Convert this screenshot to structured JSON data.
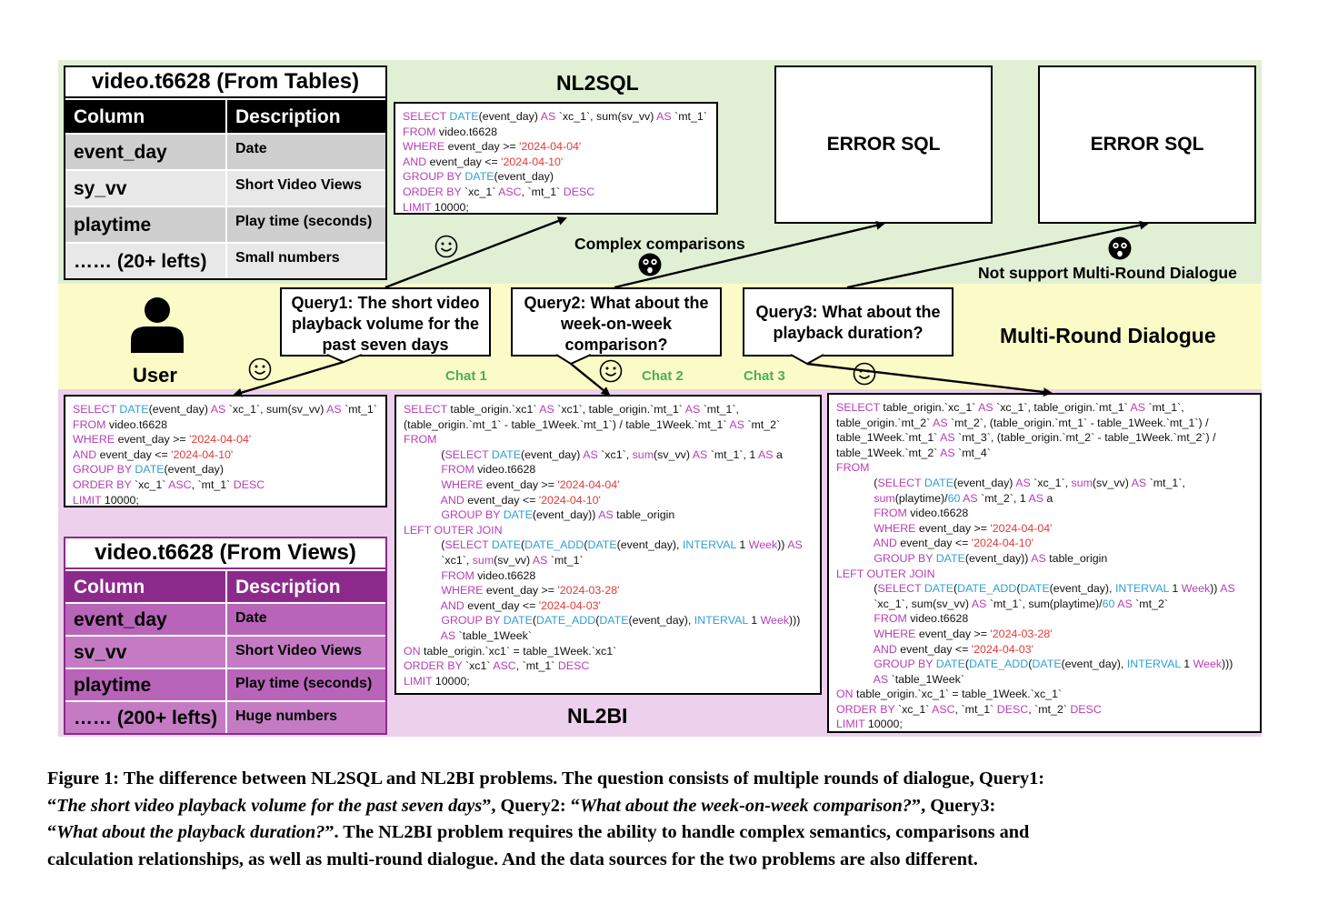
{
  "sections": {
    "nl2sql_label": "NL2SQL",
    "nl2bi_label": "NL2BI",
    "multi_round_label": "Multi-Round Dialogue",
    "user_label": "User"
  },
  "tables": {
    "from_tables": {
      "title": "video.t6628 (From Tables)",
      "headers": [
        "Column",
        "Description"
      ],
      "rows": [
        [
          "event_day",
          "Date"
        ],
        [
          "sy_vv",
          "Short Video Views"
        ],
        [
          "playtime",
          "Play time (seconds)"
        ],
        [
          "…… (20+ lefts)",
          "Small numbers"
        ]
      ]
    },
    "from_views": {
      "title": "video.t6628 (From Views)",
      "headers": [
        "Column",
        "Description"
      ],
      "rows": [
        [
          "event_day",
          "Date"
        ],
        [
          "sv_vv",
          "Short Video Views"
        ],
        [
          "playtime",
          "Play time (seconds)"
        ],
        [
          "…… (200+ lefts)",
          "Huge numbers"
        ]
      ]
    }
  },
  "errors": {
    "error1": "ERROR SQL",
    "error2": "ERROR SQL"
  },
  "annotations": {
    "complex_comparisons": "Complex comparisons",
    "not_support_multi_round": "Not support Multi-Round Dialogue"
  },
  "queries": [
    {
      "text": "Query1: The short video playback volume for the past seven days",
      "chat": "Chat 1"
    },
    {
      "text": "Query2: What about the week-on-week comparison?",
      "chat": "Chat 2"
    },
    {
      "text": "Query3: What about the playback duration?",
      "chat": "Chat 3"
    }
  ],
  "sql": {
    "nl2sql_q1": [
      [
        [
          "kw",
          "SELECT "
        ],
        [
          "fn",
          "DATE"
        ],
        [
          "t",
          "(event_day) "
        ],
        [
          "kw",
          "AS"
        ],
        [
          "t",
          " `xc_1`, sum(sv_vv) "
        ],
        [
          "kw",
          "AS"
        ],
        [
          "t",
          " `mt_1`"
        ]
      ],
      [
        [
          "kw",
          "FROM"
        ],
        [
          "t",
          " video.t6628"
        ]
      ],
      [
        [
          "kw",
          "WHERE"
        ],
        [
          "t",
          " event_day >= "
        ],
        [
          "str",
          "'2024-04-04'"
        ]
      ],
      [
        [
          "kw",
          "AND"
        ],
        [
          "t",
          " event_day <= "
        ],
        [
          "str",
          "'2024-04-10'"
        ]
      ],
      [
        [
          "kw",
          "GROUP BY "
        ],
        [
          "fn",
          "DATE"
        ],
        [
          "t",
          "(event_day)"
        ]
      ],
      [
        [
          "kw",
          "ORDER BY"
        ],
        [
          "t",
          " `xc_1` "
        ],
        [
          "kw",
          "ASC"
        ],
        [
          "t",
          ", `mt_1` "
        ],
        [
          "kw",
          "DESC"
        ]
      ],
      [
        [
          "kw",
          "LIMIT"
        ],
        [
          "t",
          " 10000;"
        ]
      ]
    ],
    "nl2bi_q1": [
      [
        [
          "kw",
          "SELECT "
        ],
        [
          "fn",
          "DATE"
        ],
        [
          "t",
          "(event_day) "
        ],
        [
          "kw",
          "AS"
        ],
        [
          "t",
          " `xc_1`, sum(sv_vv) "
        ],
        [
          "kw",
          "AS"
        ],
        [
          "t",
          " `mt_1`"
        ]
      ],
      [
        [
          "kw",
          "FROM"
        ],
        [
          "t",
          " video.t6628"
        ]
      ],
      [
        [
          "kw",
          "WHERE"
        ],
        [
          "t",
          " event_day >= "
        ],
        [
          "str",
          "'2024-04-04'"
        ]
      ],
      [
        [
          "kw",
          "AND"
        ],
        [
          "t",
          " event_day <= "
        ],
        [
          "str",
          "'2024-04-10'"
        ]
      ],
      [
        [
          "kw",
          "GROUP BY "
        ],
        [
          "fn",
          "DATE"
        ],
        [
          "t",
          "(event_day)"
        ]
      ],
      [
        [
          "kw",
          "ORDER BY"
        ],
        [
          "t",
          " `xc_1` "
        ],
        [
          "kw",
          "ASC"
        ],
        [
          "t",
          ", `mt_1` "
        ],
        [
          "kw",
          "DESC"
        ]
      ],
      [
        [
          "kw",
          "LIMIT"
        ],
        [
          "t",
          " 10000;"
        ]
      ]
    ],
    "nl2bi_q2": [
      [
        [
          "kw",
          "SELECT"
        ],
        [
          "t",
          " table_origin.`xc1` "
        ],
        [
          "kw",
          "AS"
        ],
        [
          "t",
          " `xc1`, table_origin.`mt_1` "
        ],
        [
          "kw",
          "AS"
        ],
        [
          "t",
          " `mt_1`,"
        ]
      ],
      [
        [
          "t",
          "(table_origin.`mt_1` - table_1Week.`mt_1`) / table_1Week.`mt_1` "
        ],
        [
          "kw",
          "AS"
        ],
        [
          "t",
          " `mt_2`"
        ]
      ],
      [
        [
          "kw",
          "FROM"
        ]
      ],
      [
        [
          "t",
          "            ("
        ],
        [
          "kw",
          "SELECT "
        ],
        [
          "fn",
          "DATE"
        ],
        [
          "t",
          "(event_day) "
        ],
        [
          "kw",
          "AS"
        ],
        [
          "t",
          " `xc1`, "
        ],
        [
          "kw",
          "sum"
        ],
        [
          "t",
          "(sv_vv) "
        ],
        [
          "kw",
          "AS"
        ],
        [
          "t",
          " `mt_1`, 1 "
        ],
        [
          "kw",
          "AS"
        ],
        [
          "t",
          " a"
        ]
      ],
      [
        [
          "t",
          "            "
        ],
        [
          "kw",
          "FROM"
        ],
        [
          "t",
          " video.t6628"
        ]
      ],
      [
        [
          "t",
          "            "
        ],
        [
          "kw",
          "WHERE"
        ],
        [
          "t",
          " event_day >= "
        ],
        [
          "str",
          "'2024-04-04'"
        ]
      ],
      [
        [
          "t",
          "            "
        ],
        [
          "kw",
          "AND"
        ],
        [
          "t",
          " event_day <= "
        ],
        [
          "str",
          "'2024-04-10'"
        ]
      ],
      [
        [
          "t",
          "            "
        ],
        [
          "kw",
          "GROUP BY "
        ],
        [
          "fn",
          "DATE"
        ],
        [
          "t",
          "(event_day)) "
        ],
        [
          "kw",
          "AS"
        ],
        [
          "t",
          " table_origin"
        ]
      ],
      [
        [
          "kw",
          "LEFT OUTER JOIN"
        ]
      ],
      [
        [
          "t",
          "            ("
        ],
        [
          "kw",
          "SELECT "
        ],
        [
          "fn",
          "DATE"
        ],
        [
          "t",
          "("
        ],
        [
          "fn",
          "DATE_ADD"
        ],
        [
          "t",
          "("
        ],
        [
          "fn",
          "DATE"
        ],
        [
          "t",
          "(event_day), "
        ],
        [
          "fn",
          "INTERVAL"
        ],
        [
          "t",
          " 1 "
        ],
        [
          "kw",
          "Week"
        ],
        [
          "t",
          ")) "
        ],
        [
          "kw",
          "AS"
        ]
      ],
      [
        [
          "t",
          "            `xc1`, "
        ],
        [
          "kw",
          "sum"
        ],
        [
          "t",
          "(sv_vv) "
        ],
        [
          "kw",
          "AS"
        ],
        [
          "t",
          " `mt_1`"
        ]
      ],
      [
        [
          "t",
          "            "
        ],
        [
          "kw",
          "FROM"
        ],
        [
          "t",
          " video.t6628"
        ]
      ],
      [
        [
          "t",
          "            "
        ],
        [
          "kw",
          "WHERE"
        ],
        [
          "t",
          " event_day >= "
        ],
        [
          "str",
          "'2024-03-28'"
        ]
      ],
      [
        [
          "t",
          "            "
        ],
        [
          "kw",
          "AND"
        ],
        [
          "t",
          " event_day <= "
        ],
        [
          "str",
          "'2024-04-03'"
        ]
      ],
      [
        [
          "t",
          "            "
        ],
        [
          "kw",
          "GROUP BY "
        ],
        [
          "fn",
          "DATE"
        ],
        [
          "t",
          "("
        ],
        [
          "fn",
          "DATE_ADD"
        ],
        [
          "t",
          "("
        ],
        [
          "fn",
          "DATE"
        ],
        [
          "t",
          "(event_day), "
        ],
        [
          "fn",
          "INTERVAL"
        ],
        [
          "t",
          " 1 "
        ],
        [
          "kw",
          "Week"
        ],
        [
          "t",
          ")))"
        ]
      ],
      [
        [
          "t",
          "            "
        ],
        [
          "kw",
          "AS"
        ],
        [
          "t",
          " `table_1Week`"
        ]
      ],
      [
        [
          "kw",
          "ON"
        ],
        [
          "t",
          " table_origin.`xc1` = table_1Week.`xc1`"
        ]
      ],
      [
        [
          "kw",
          "ORDER BY"
        ],
        [
          "t",
          " `xc1` "
        ],
        [
          "kw",
          "ASC"
        ],
        [
          "t",
          ", `mt_1` "
        ],
        [
          "kw",
          "DESC"
        ]
      ],
      [
        [
          "kw",
          "LIMIT"
        ],
        [
          "t",
          " 10000;"
        ]
      ]
    ],
    "nl2bi_q3": [
      [
        [
          "kw",
          "SELECT"
        ],
        [
          "t",
          " table_origin.`xc_1` "
        ],
        [
          "kw",
          "AS"
        ],
        [
          "t",
          " `xc_1`, table_origin.`mt_1` "
        ],
        [
          "kw",
          "AS"
        ],
        [
          "t",
          " `mt_1`,"
        ]
      ],
      [
        [
          "t",
          "table_origin.`mt_2` "
        ],
        [
          "kw",
          "AS"
        ],
        [
          "t",
          " `mt_2`, (table_origin.`mt_1` - table_1Week.`mt_1`) /"
        ]
      ],
      [
        [
          "t",
          "table_1Week.`mt_1` "
        ],
        [
          "kw",
          "AS"
        ],
        [
          "t",
          " `mt_3`, (table_origin.`mt_2` - table_1Week.`mt_2`) /"
        ]
      ],
      [
        [
          "t",
          "table_1Week.`mt_2` "
        ],
        [
          "kw",
          "AS"
        ],
        [
          "t",
          " `mt_4`"
        ]
      ],
      [
        [
          "kw",
          "FROM"
        ]
      ],
      [
        [
          "t",
          "            ("
        ],
        [
          "kw",
          "SELECT "
        ],
        [
          "fn",
          "DATE"
        ],
        [
          "t",
          "(event_day) "
        ],
        [
          "kw",
          "AS"
        ],
        [
          "t",
          " `xc_1`, "
        ],
        [
          "kw",
          "sum"
        ],
        [
          "t",
          "(sv_vv) "
        ],
        [
          "kw",
          "AS"
        ],
        [
          "t",
          " `mt_1`,"
        ]
      ],
      [
        [
          "t",
          "            "
        ],
        [
          "kw",
          "sum"
        ],
        [
          "t",
          "(playtime)/"
        ],
        [
          "fn",
          "60"
        ],
        [
          "t",
          " "
        ],
        [
          "kw",
          "AS"
        ],
        [
          "t",
          " `mt_2`, 1 "
        ],
        [
          "kw",
          "AS"
        ],
        [
          "t",
          " a"
        ]
      ],
      [
        [
          "t",
          "            "
        ],
        [
          "kw",
          "FROM"
        ],
        [
          "t",
          " video.t6628"
        ]
      ],
      [
        [
          "t",
          "            "
        ],
        [
          "kw",
          "WHERE"
        ],
        [
          "t",
          " event_day >= "
        ],
        [
          "str",
          "'2024-04-04'"
        ]
      ],
      [
        [
          "t",
          "            "
        ],
        [
          "kw",
          "AND"
        ],
        [
          "t",
          " event_day <= "
        ],
        [
          "str",
          "'2024-04-10'"
        ]
      ],
      [
        [
          "t",
          "            "
        ],
        [
          "kw",
          "GROUP BY "
        ],
        [
          "fn",
          "DATE"
        ],
        [
          "t",
          "(event_day)) "
        ],
        [
          "kw",
          "AS"
        ],
        [
          "t",
          " table_origin"
        ]
      ],
      [
        [
          "kw",
          "LEFT OUTER JOIN"
        ]
      ],
      [
        [
          "t",
          "            ("
        ],
        [
          "kw",
          "SELECT "
        ],
        [
          "fn",
          "DATE"
        ],
        [
          "t",
          "("
        ],
        [
          "fn",
          "DATE_ADD"
        ],
        [
          "t",
          "("
        ],
        [
          "fn",
          "DATE"
        ],
        [
          "t",
          "(event_day), "
        ],
        [
          "fn",
          "INTERVAL"
        ],
        [
          "t",
          " 1 "
        ],
        [
          "kw",
          "Week"
        ],
        [
          "t",
          ")) "
        ],
        [
          "kw",
          "AS"
        ]
      ],
      [
        [
          "t",
          "            `xc_1`, sum(sv_vv) "
        ],
        [
          "kw",
          "AS"
        ],
        [
          "t",
          " `mt_1`, sum(playtime)/"
        ],
        [
          "fn",
          "60"
        ],
        [
          "t",
          " "
        ],
        [
          "kw",
          "AS"
        ],
        [
          "t",
          " `mt_2`"
        ]
      ],
      [
        [
          "t",
          "            "
        ],
        [
          "kw",
          "FROM"
        ],
        [
          "t",
          " video.t6628"
        ]
      ],
      [
        [
          "t",
          "            "
        ],
        [
          "kw",
          "WHERE"
        ],
        [
          "t",
          " event_day >= "
        ],
        [
          "str",
          "'2024-03-28'"
        ]
      ],
      [
        [
          "t",
          "            "
        ],
        [
          "kw",
          "AND"
        ],
        [
          "t",
          " event_day <= "
        ],
        [
          "str",
          "'2024-04-03'"
        ]
      ],
      [
        [
          "t",
          "            "
        ],
        [
          "kw",
          "GROUP BY "
        ],
        [
          "fn",
          "DATE"
        ],
        [
          "t",
          "("
        ],
        [
          "fn",
          "DATE_ADD"
        ],
        [
          "t",
          "("
        ],
        [
          "fn",
          "DATE"
        ],
        [
          "t",
          "(event_day), "
        ],
        [
          "fn",
          "INTERVAL"
        ],
        [
          "t",
          " 1 "
        ],
        [
          "kw",
          "Week"
        ],
        [
          "t",
          ")))"
        ]
      ],
      [
        [
          "t",
          "            "
        ],
        [
          "kw",
          "AS"
        ],
        [
          "t",
          " `table_1Week`"
        ]
      ],
      [
        [
          "kw",
          "ON"
        ],
        [
          "t",
          " table_origin.`xc_1` = table_1Week.`xc_1`"
        ]
      ],
      [
        [
          "kw",
          "ORDER BY"
        ],
        [
          "t",
          " `xc_1` "
        ],
        [
          "kw",
          "ASC"
        ],
        [
          "t",
          ", `mt_1` "
        ],
        [
          "kw",
          "DESC"
        ],
        [
          "t",
          ", `mt_2` "
        ],
        [
          "kw",
          "DESC"
        ]
      ],
      [
        [
          "kw",
          "LIMIT"
        ],
        [
          "t",
          " 10000;"
        ]
      ]
    ]
  },
  "caption": {
    "lines": [
      [
        [
          "b",
          "Figure 1: The difference between NL2SQL and NL2BI problems. The question consists of multiple rounds of dialogue, Query1:"
        ]
      ],
      [
        [
          "b",
          "“"
        ],
        [
          "i",
          "The short video playback volume for the past seven days"
        ],
        [
          "b",
          "”, Query2: “"
        ],
        [
          "i",
          "What about the week-on-week comparison?"
        ],
        [
          "b",
          "”, Query3:"
        ]
      ],
      [
        [
          "b",
          "“"
        ],
        [
          "i",
          "What about the playback duration?"
        ],
        [
          "b",
          "”. The NL2BI problem requires the ability to handle complex semantics, comparisons and"
        ]
      ],
      [
        [
          "b",
          "calculation relationships, as well as multi-round dialogue. And the data sources for the two problems are also different."
        ]
      ]
    ]
  },
  "colors": {
    "nl2sql_band": "#e1f0d4",
    "dialogue_band": "#fbfbc7",
    "nl2bi_band": "#ecd0ec",
    "keyword": "#b63fb6",
    "function": "#2f9fd6",
    "string": "#e03a3a",
    "chat_label": "#4cae5a",
    "views_header": "#8c2a8c"
  },
  "icons": {
    "user": "person-silhouette-icon",
    "happy": "smiley-face-icon",
    "upset": "shocked-face-icon"
  }
}
